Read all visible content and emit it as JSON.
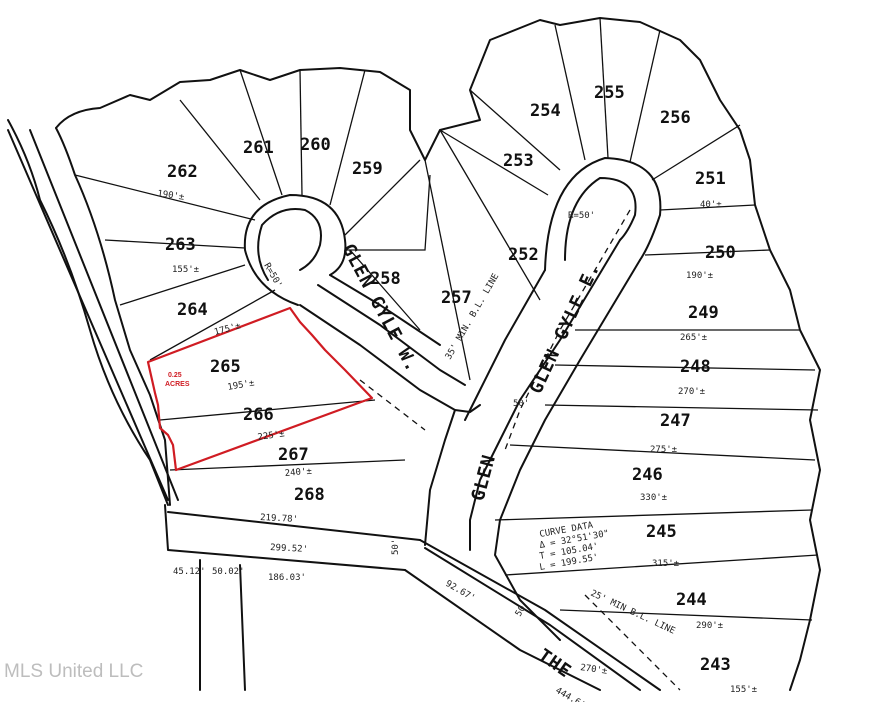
{
  "highlight": {
    "acres_value": "0.25",
    "acres_label": "ACRES",
    "color": "#d01c23"
  },
  "streets": {
    "glen_gyle_w": "GLEN GYLE W.",
    "glen_gyle_e": "GLEN GYLE E.",
    "glen": "GLEN",
    "the": "THE"
  },
  "lots": [
    "243",
    "244",
    "245",
    "246",
    "247",
    "248",
    "249",
    "250",
    "251",
    "252",
    "253",
    "254",
    "255",
    "256",
    "257",
    "258",
    "259",
    "260",
    "261",
    "262",
    "263",
    "264",
    "265",
    "266",
    "267",
    "268"
  ],
  "dimensions": {
    "d_190a": "190'±",
    "d_155": "155'±",
    "d_175": "175'±",
    "d_195": "195'±",
    "d_225": "225'±",
    "d_240": "240'±",
    "d_219": "219.78'",
    "d_299": "299.52'",
    "d_50a": "50'",
    "d_45": "45.12'",
    "d_50b": "50.02'",
    "d_186": "186.03'",
    "d_92": "92.67'",
    "d_270": "270'±",
    "d_444": "444.6'",
    "d_190b": "190'±",
    "d_265": "265'±",
    "d_270b": "270'±",
    "d_275": "275'±",
    "d_330": "330'±",
    "d_315": "315'±",
    "d_290": "290'±",
    "d_155b": "155'±",
    "d_40": "40'±",
    "d_35min": "35' MIN. B.L. LINE",
    "d_25min": "25' MIN B.L. LINE",
    "curve_data": "CURVE DATA",
    "curve_delta": "Δ = 32°51'30\"",
    "curve_t": "T = 105.04'",
    "curve_l": "L = 199.55'",
    "d_50c": "50'",
    "d_50d": "50'",
    "d_r50": "R=50'",
    "d_r50b": "R=50'"
  },
  "watermark": "MLS United LLC"
}
